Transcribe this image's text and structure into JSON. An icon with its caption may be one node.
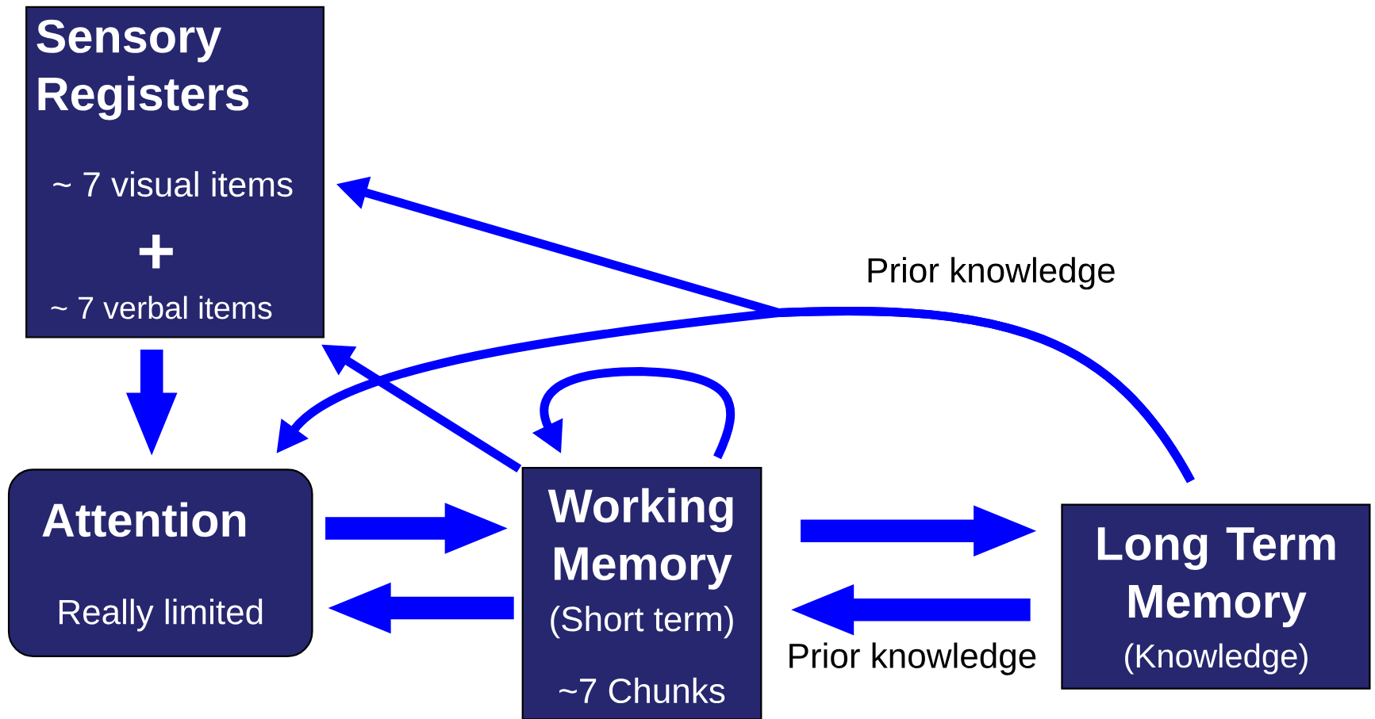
{
  "diagram": {
    "nodes": [
      {
        "text": [
          "Sensory Registers",
          "~ 7 visual items",
          "+",
          "~ 7 verbal items"
        ]
      },
      {
        "text": [
          "Attention",
          "Really limited"
        ]
      },
      {
        "text": [
          "Working Memory",
          "(Short term)",
          "~7 Chunks"
        ]
      },
      {
        "text": [
          "Long Term Memory",
          "(Knowledge)"
        ]
      }
    ],
    "edges": [
      {
        "from": 0,
        "to": 1,
        "arrow": "to"
      },
      {
        "from": 1,
        "to": 2,
        "arrow": "to"
      },
      {
        "from": 2,
        "to": 1,
        "arrow": "to"
      },
      {
        "from": 2,
        "to": 3,
        "arrow": "to"
      },
      {
        "from": 3,
        "to": 2,
        "arrow": "to",
        "label": "Prior knowledge"
      },
      {
        "from": 2,
        "to": 2,
        "arrow": "to"
      },
      {
        "from": 2,
        "to": 0,
        "arrow": "to"
      },
      {
        "from": 3,
        "to": 0,
        "arrow": "to"
      },
      {
        "from": 3,
        "to": 1,
        "arrow": "to",
        "label": "Prior knowledge"
      }
    ]
  }
}
